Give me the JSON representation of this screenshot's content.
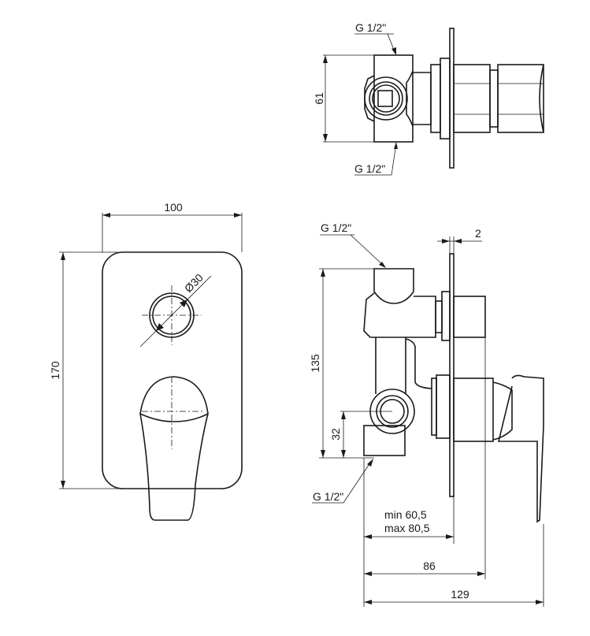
{
  "drawing": {
    "top_view": {
      "thread_top": "G 1/2\"",
      "thread_bottom": "G 1/2\"",
      "height_dim": "61"
    },
    "front_view": {
      "width_dim": "100",
      "height_dim": "170",
      "knob_diameter": "Ø30"
    },
    "side_view": {
      "thread_top": "G 1/2\"",
      "thread_bottom": "G 1/2\"",
      "plate_thickness": "2",
      "height_dim": "135",
      "outlet_offset": "32",
      "depth_min": "min 60,5",
      "depth_max": "max 80,5",
      "depth_86": "86",
      "depth_129": "129"
    }
  }
}
